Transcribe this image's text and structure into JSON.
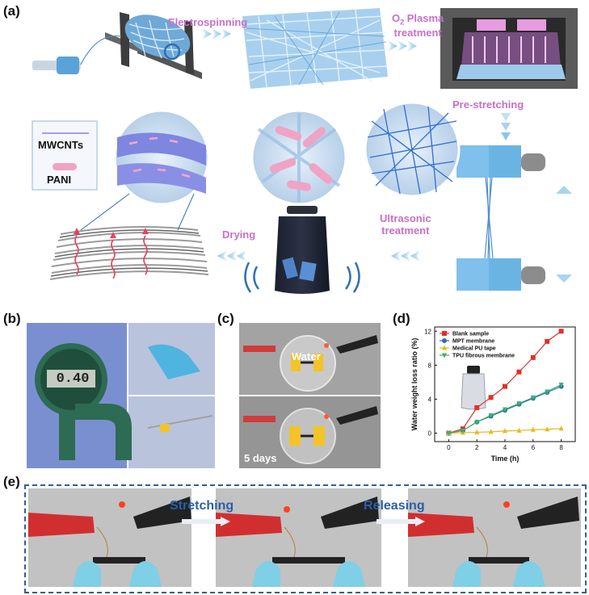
{
  "panel_a": {
    "label": "(a)",
    "steps": {
      "electrospinning": "Electrospinning",
      "plasma_line1_prefix": "O",
      "plasma_line1_sub": "2",
      "plasma_line1_suffix": " Plasma",
      "plasma_line2": "treatment",
      "prestretching": "Pre-stretching",
      "ultrasonic_line1": "Ultrasonic",
      "ultrasonic_line2": "treatment",
      "drying": "Drying"
    },
    "legend": {
      "mwcnts": "MWCNTs",
      "pani": "PANI"
    }
  },
  "panel_b": {
    "label": "(b)",
    "gauge_reading": "0.40"
  },
  "panel_c": {
    "label": "(c)",
    "water": "Water",
    "days": "5 days"
  },
  "panel_d": {
    "label": "(d)"
  },
  "panel_e": {
    "label": "(e)",
    "stretching": "Stretching",
    "releasing": "Releasing"
  },
  "chart_data": {
    "type": "line",
    "xlabel": "Time (h)",
    "ylabel": "Water weight loss ratio (%)",
    "xlim": [
      -1,
      9
    ],
    "ylim": [
      -1,
      12.5
    ],
    "xticks": [
      0,
      2,
      4,
      6,
      8
    ],
    "yticks": [
      0,
      4,
      8,
      12
    ],
    "legend_position": "top-left",
    "series": [
      {
        "name": "Blank sample",
        "color": "#e0302a",
        "marker": "square",
        "x": [
          0,
          1,
          2,
          3,
          4,
          5,
          6,
          7,
          8
        ],
        "values": [
          0,
          0.5,
          3.0,
          4.2,
          5.5,
          7.2,
          8.9,
          10.8,
          12.0
        ]
      },
      {
        "name": "MPT membrane",
        "color": "#2f6fb5",
        "marker": "circle",
        "x": [
          0,
          1,
          2,
          3,
          4,
          5,
          6,
          7,
          8
        ],
        "values": [
          0,
          0.3,
          1.3,
          2.0,
          2.7,
          3.4,
          4.1,
          4.8,
          5.5
        ]
      },
      {
        "name": "Medical PU tape",
        "color": "#e8b81e",
        "marker": "triangle-up",
        "x": [
          0,
          1,
          2,
          3,
          4,
          5,
          6,
          7,
          8
        ],
        "values": [
          0,
          0.05,
          0.1,
          0.15,
          0.25,
          0.3,
          0.4,
          0.45,
          0.55
        ]
      },
      {
        "name": "TPU fibrous membrane",
        "color": "#3cb36a",
        "marker": "triangle-down",
        "x": [
          0,
          1,
          2,
          3,
          4,
          5,
          6,
          7,
          8
        ],
        "values": [
          0,
          0.3,
          1.3,
          2.1,
          2.8,
          3.5,
          4.2,
          4.9,
          5.7
        ]
      }
    ]
  }
}
